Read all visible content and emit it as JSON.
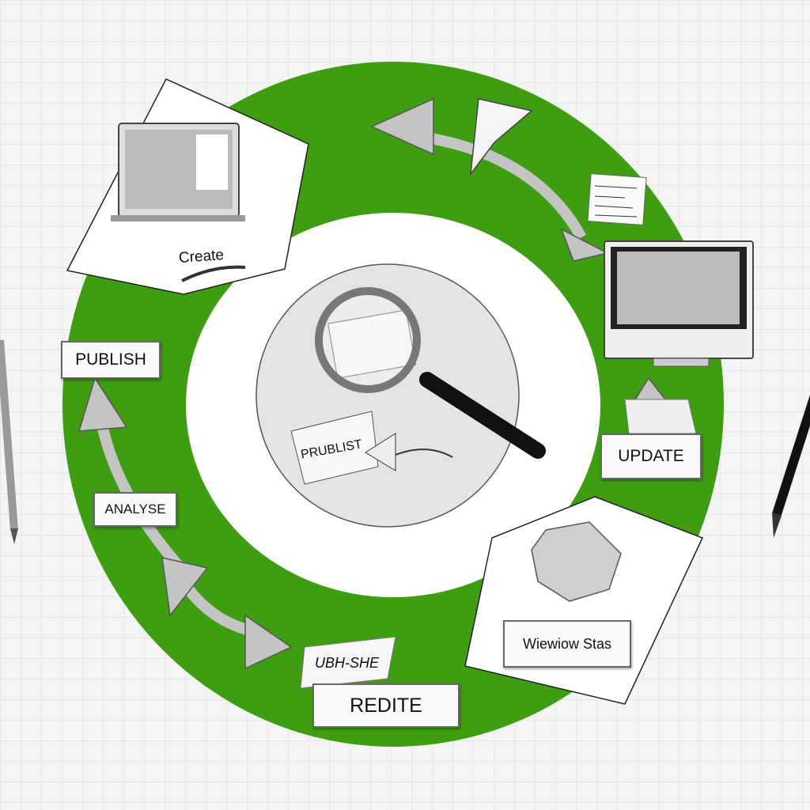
{
  "diagram": {
    "colors": {
      "ring": "#3f9d12",
      "paper": "#ffffff",
      "arrow": "#bdbdbd"
    },
    "labels": {
      "create": "Create",
      "publish": "PUBLISH",
      "analyse": "ANALYSE",
      "update": "UPDATE",
      "viewiow_stats": "Wiewiow Stas",
      "redite": "REDITE",
      "ubhshe": "UBH-SHE",
      "center_banner": "PRUBLIST"
    },
    "icons": [
      "laptop-icon",
      "monitor-icon",
      "magnifying-glass-icon",
      "crumpled-paper-icon",
      "pen-icon",
      "pencil-icon",
      "paper-plane-icon",
      "note-icon"
    ]
  }
}
